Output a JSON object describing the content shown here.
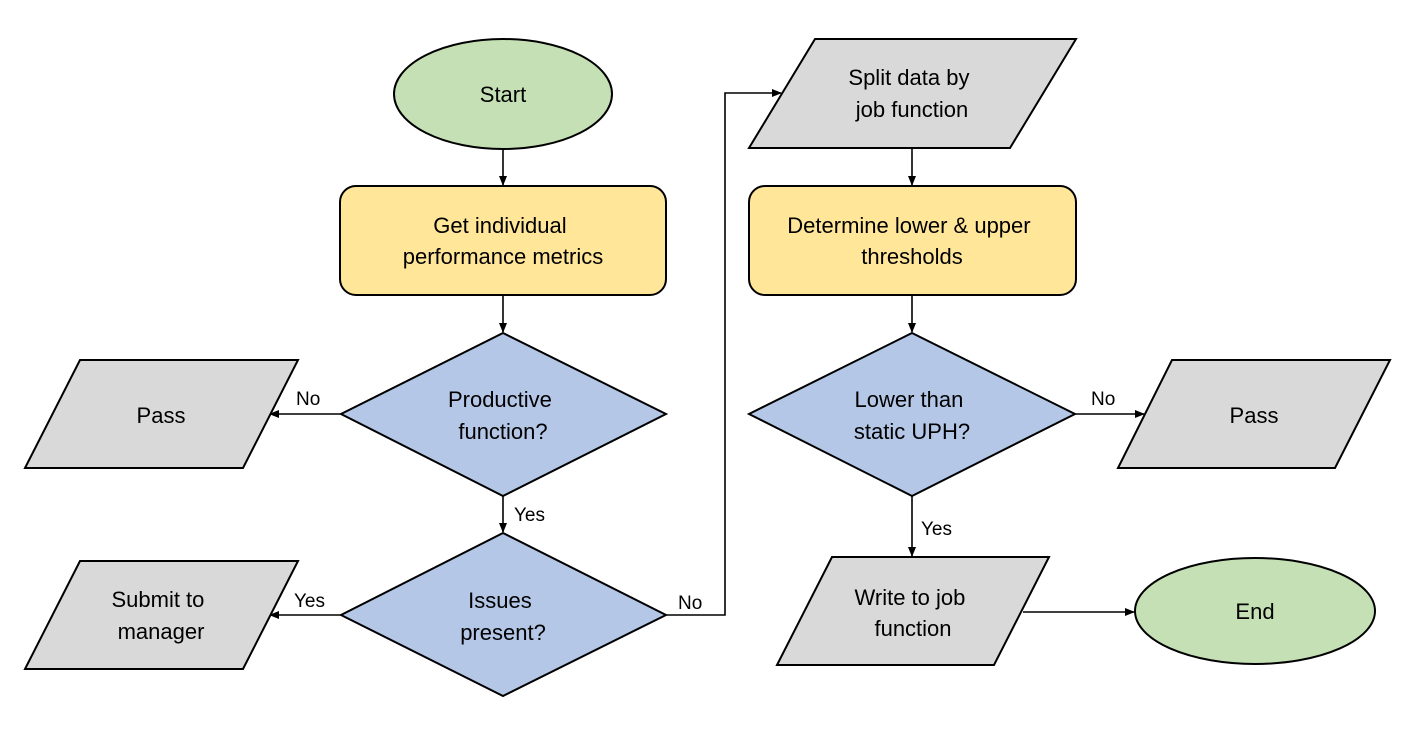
{
  "colors": {
    "terminal_fill": "#c5e0b4",
    "process_fill": "#ffe699",
    "decision_fill": "#b4c7e7",
    "io_fill": "#d9d9d9",
    "stroke": "#000000"
  },
  "nodes": {
    "start": {
      "shape": "ellipse",
      "lines": [
        "Start"
      ]
    },
    "get_metrics": {
      "shape": "rounded-rectangle",
      "lines": [
        "Get individual",
        "performance metrics"
      ]
    },
    "productive_function": {
      "shape": "diamond",
      "lines": [
        "Productive",
        "function?"
      ]
    },
    "pass_left": {
      "shape": "parallelogram",
      "lines": [
        "Pass"
      ]
    },
    "issues_present": {
      "shape": "diamond",
      "lines": [
        "Issues",
        "present?"
      ]
    },
    "submit_manager": {
      "shape": "parallelogram",
      "lines": [
        "Submit to",
        "manager"
      ]
    },
    "split_data": {
      "shape": "parallelogram",
      "lines": [
        "Split data by",
        "job function"
      ]
    },
    "determine_thresholds": {
      "shape": "rounded-rectangle",
      "lines": [
        "Determine lower & upper",
        "thresholds"
      ]
    },
    "lower_than_static": {
      "shape": "diamond",
      "lines": [
        "Lower than",
        "static UPH?"
      ]
    },
    "pass_right": {
      "shape": "parallelogram",
      "lines": [
        "Pass"
      ]
    },
    "write_job_function": {
      "shape": "parallelogram",
      "lines": [
        "Write to job",
        "function"
      ]
    },
    "end": {
      "shape": "ellipse",
      "lines": [
        "End"
      ]
    }
  },
  "edges": [
    {
      "from": "start",
      "to": "get_metrics",
      "label": ""
    },
    {
      "from": "get_metrics",
      "to": "productive_function",
      "label": ""
    },
    {
      "from": "productive_function",
      "to": "pass_left",
      "label": "No"
    },
    {
      "from": "productive_function",
      "to": "issues_present",
      "label": "Yes"
    },
    {
      "from": "issues_present",
      "to": "submit_manager",
      "label": "Yes"
    },
    {
      "from": "issues_present",
      "to": "split_data",
      "label": "No"
    },
    {
      "from": "split_data",
      "to": "determine_thresholds",
      "label": ""
    },
    {
      "from": "determine_thresholds",
      "to": "lower_than_static",
      "label": ""
    },
    {
      "from": "lower_than_static",
      "to": "pass_right",
      "label": "No"
    },
    {
      "from": "lower_than_static",
      "to": "write_job_function",
      "label": "Yes"
    },
    {
      "from": "write_job_function",
      "to": "end",
      "label": ""
    }
  ]
}
